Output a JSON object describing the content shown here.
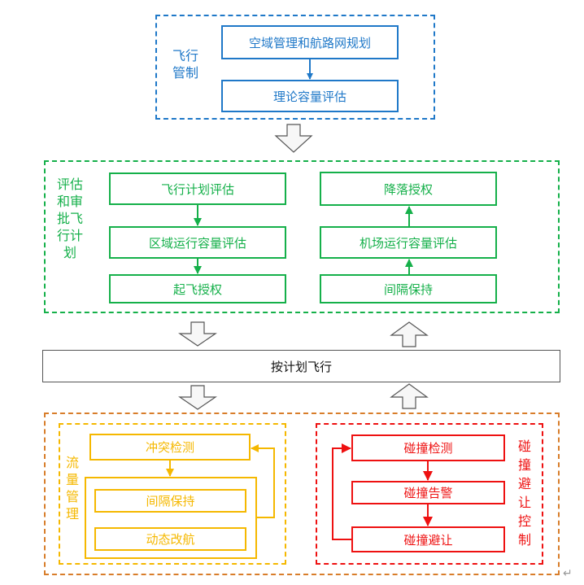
{
  "flight_control": {
    "label_lines": [
      "飞行",
      "管制"
    ],
    "boxes": [
      "空域管理和航路网规划",
      "理论容量评估"
    ],
    "color": "#1f78c8"
  },
  "evaluation": {
    "label_lines": [
      "评估",
      "和审",
      "批飞",
      "行计",
      "划"
    ],
    "left_boxes": [
      "飞行计划评估",
      "区域运行容量评估",
      "起飞授权"
    ],
    "right_boxes": [
      "降落授权",
      "机场运行容量评估",
      "间隔保持"
    ],
    "color": "#15b04a"
  },
  "fly_as_planned": {
    "label": "按计划飞行"
  },
  "flow_management": {
    "label_lines": [
      "流",
      "量",
      "管",
      "理"
    ],
    "boxes": [
      "冲突检测",
      "间隔保持",
      "动态改航"
    ],
    "color": "#f5b800"
  },
  "collision_avoidance": {
    "label_lines": [
      "碰",
      "撞",
      "避",
      "让",
      "控",
      "制"
    ],
    "boxes": [
      "碰撞检测",
      "碰撞告警",
      "碰撞避让"
    ],
    "color": "#ee1111"
  },
  "bottom_frame_color": "#d87d2a",
  "paragraph_mark": "↵"
}
